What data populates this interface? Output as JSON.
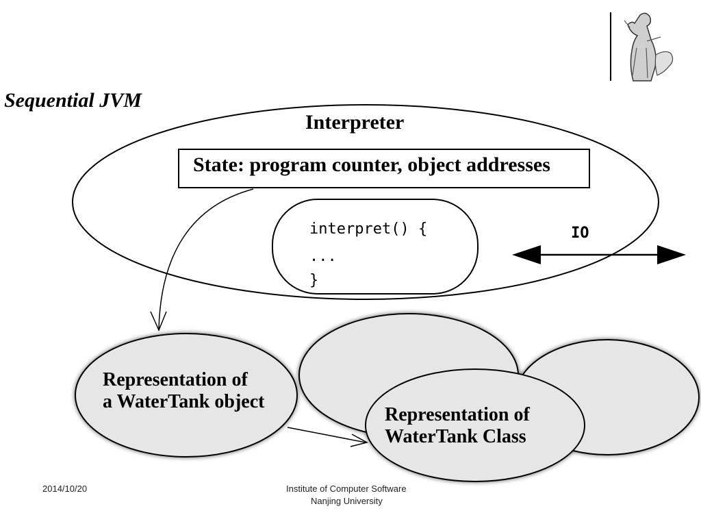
{
  "slide": {
    "title": "Sequential JVM",
    "logo_icon": "university-statue-logo"
  },
  "diagram": {
    "interpreter_label": "Interpreter",
    "state_label": "State: program counter, object addresses",
    "code_lines": [
      "interpret() {",
      "...",
      "}"
    ],
    "io_label": "IO",
    "object_label_lines": [
      "Representation of",
      "a WaterTank object"
    ],
    "class_label_lines": [
      "Representation of",
      "WaterTank Class"
    ]
  },
  "footer": {
    "date": "2014/10/20",
    "institute_line1": "Institute of Computer Software",
    "institute_line2": "Nanjing University"
  }
}
